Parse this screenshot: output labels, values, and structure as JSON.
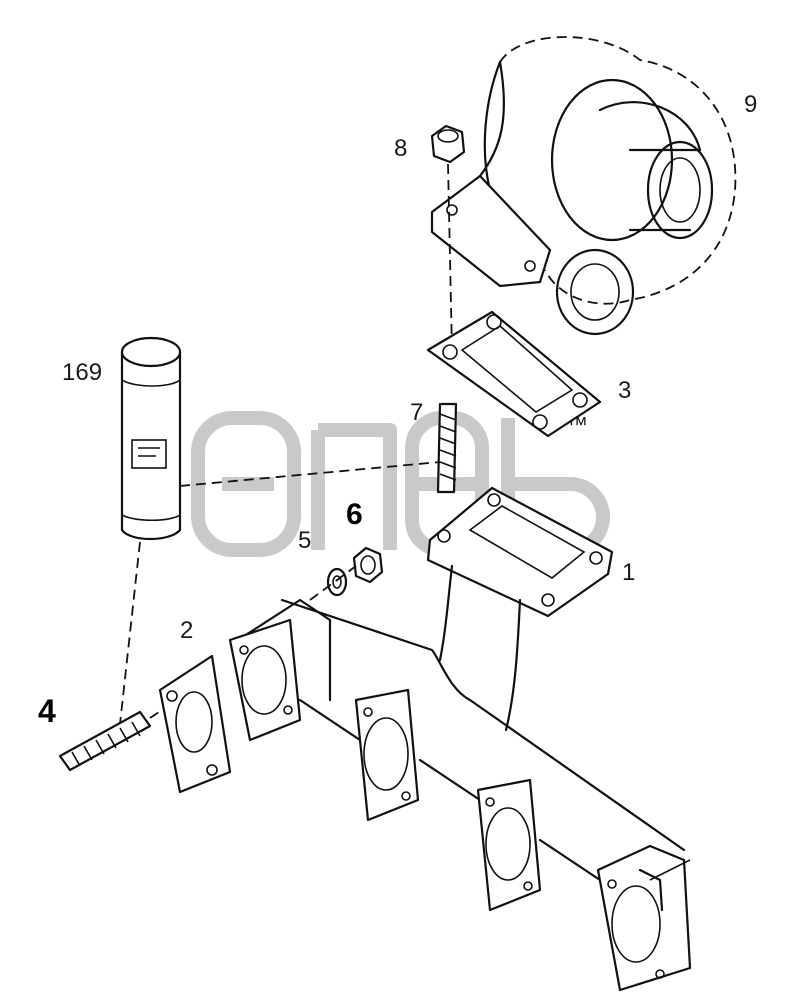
{
  "callouts": {
    "c169": "169",
    "c1": "1",
    "c2": "2",
    "c3": "3",
    "c4": "4",
    "c5": "5",
    "c6": "6",
    "c7": "7",
    "c8": "8",
    "c9": "9"
  },
  "watermark": {
    "trademark": "™"
  },
  "colors": {
    "ink": "#111111",
    "watermark": "#c9c9c9",
    "background": "#ffffff"
  }
}
